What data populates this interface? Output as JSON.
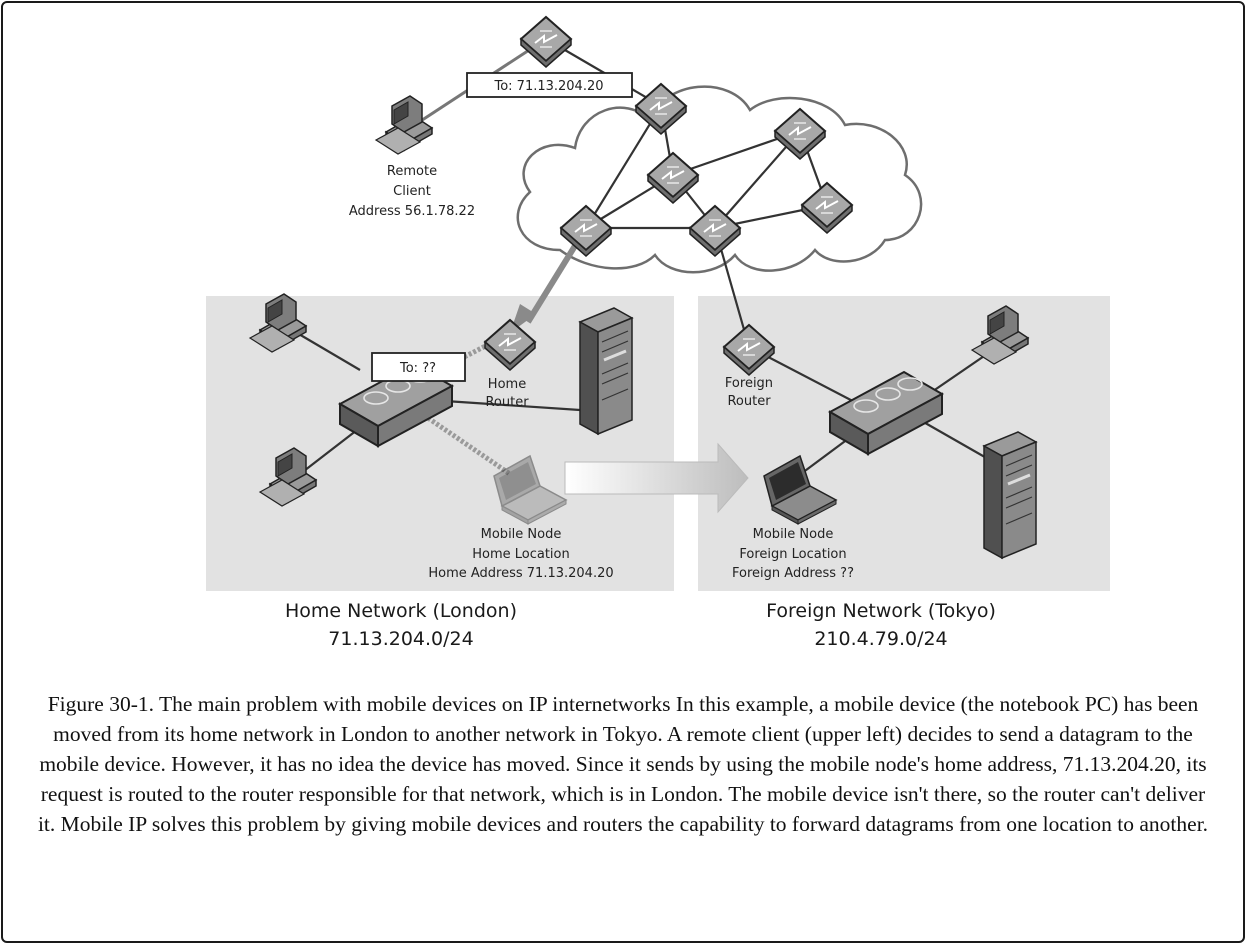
{
  "labels": {
    "to_header_top": "To: 71.13.204.20",
    "remote_client": [
      "Remote",
      "Client",
      "Address 56.1.78.22"
    ],
    "to_header_home": "To: ??",
    "home_router": [
      "Home",
      "Router"
    ],
    "foreign_router": [
      "Foreign",
      "Router"
    ],
    "mobile_home": [
      "Mobile Node",
      "Home Location",
      "Home Address 71.13.204.20"
    ],
    "mobile_foreign": [
      "Mobile Node",
      "Foreign Location",
      "Foreign Address ??"
    ]
  },
  "networks": {
    "home": {
      "name": "Home Network (London)",
      "subnet": "71.13.204.0/24"
    },
    "foreign": {
      "name": "Foreign Network (Tokyo)",
      "subnet": "210.4.79.0/24"
    }
  },
  "caption": "Figure 30-1. The main problem with mobile devices on IP internetworks In this example, a mobile device (the notebook PC) has been moved from its home network in London to another network in Tokyo. A remote client (upper left) decides to send a datagram to the mobile device. However, it has no idea the device has moved. Since it sends by using the mobile node's home address, 71.13.204.20, its request is routed to the router responsible for that network, which is in London. The mobile device isn't there, so the router can't deliver it. Mobile IP solves this problem by giving mobile devices and routers the capability to forward datagrams from one location to another."
}
